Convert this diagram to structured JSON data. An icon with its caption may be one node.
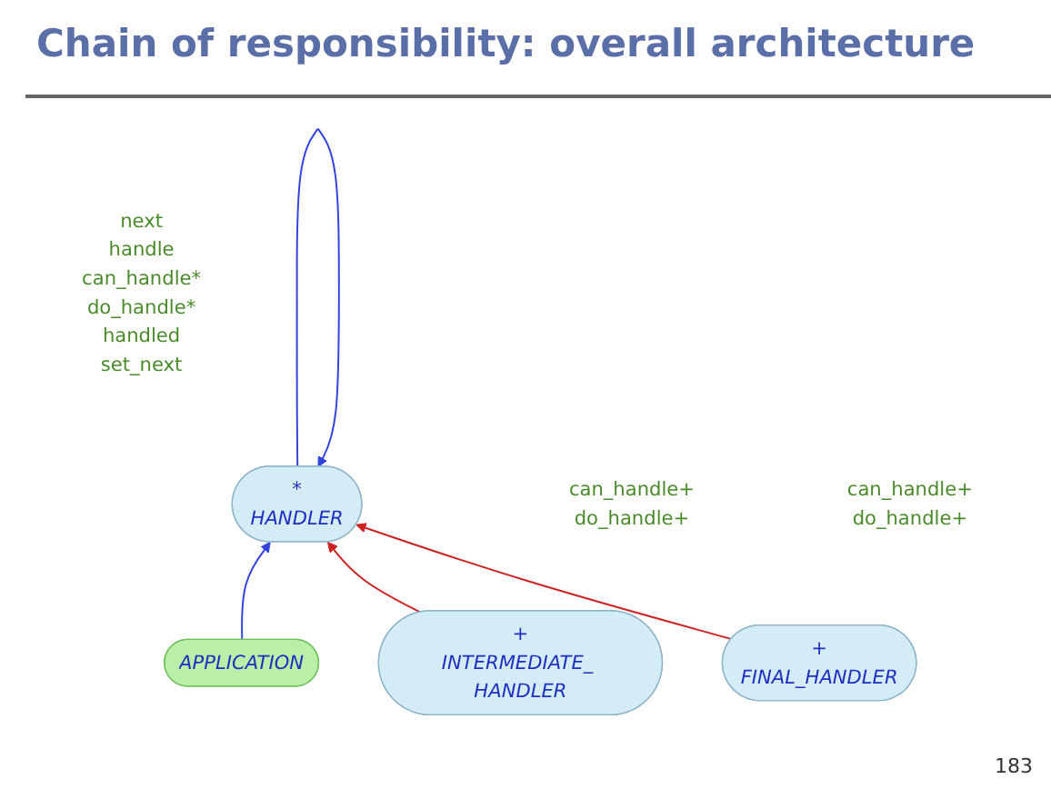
{
  "diagram": {
    "title": "Chain of responsibility: overall architecture",
    "nodes": [
      {
        "text": [
          "APPLICATION"
        ]
      },
      {
        "text": [
          "*",
          "HANDLER"
        ],
        "beside": [
          "next",
          "handle",
          "can_handle*",
          "do_handle*",
          "handled",
          "set_next"
        ]
      },
      {
        "text": [
          "+",
          "INTERMEDIATE_ HANDLER"
        ],
        "beside": [
          "can_handle+",
          "do_handle+"
        ]
      },
      {
        "text": [
          "+",
          "FINAL_HANDLER"
        ],
        "beside": [
          "can_handle+",
          "do_handle+"
        ]
      }
    ],
    "edges": [
      {
        "from": 0,
        "to": 1,
        "arrow": "to",
        "color": "#3344dd"
      },
      {
        "from": 1,
        "to": 1,
        "arrow": "to",
        "color": "#3344dd"
      },
      {
        "from": 2,
        "to": 1,
        "arrow": "to",
        "color": "#cc2222"
      },
      {
        "from": 3,
        "to": 1,
        "arrow": "to",
        "color": "#cc2222"
      }
    ],
    "labels": [
      "183"
    ]
  }
}
